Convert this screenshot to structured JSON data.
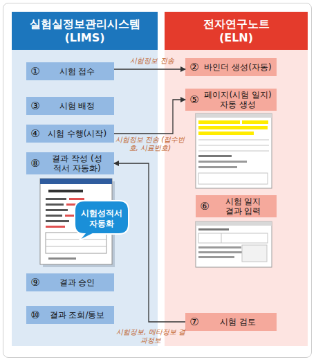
{
  "diagram": {
    "nodes": [
      {
        "text": [
          "실험실정보관리시스템 (LIMS)"
        ]
      },
      {
        "text": [
          "①",
          "시험 접수"
        ],
        "in": 0
      },
      {
        "text": [
          "③",
          "시험 배정"
        ],
        "in": 0
      },
      {
        "text": [
          "④",
          "시험 수행(시작)"
        ],
        "in": 0
      },
      {
        "text": [
          "⑧",
          "결과 작성 (성적서 자동화)"
        ],
        "in": 0
      },
      {
        "text": [
          "시험성적서 자동화"
        ],
        "in": 0
      },
      {
        "text": [
          "⑨",
          "결과 승인"
        ],
        "in": 0
      },
      {
        "text": [
          "⑩",
          "결과 조회/통보"
        ],
        "in": 0
      },
      {
        "text": [
          "전자연구노트 (ELN)"
        ]
      },
      {
        "text": [
          "②",
          "바인더 생성(자동)"
        ],
        "in": 8
      },
      {
        "text": [
          "⑤",
          "페이지(시험 일지) 자동 생성"
        ],
        "in": 8
      },
      {
        "text": [
          "⑥",
          "시험 일지 결과 입력"
        ],
        "in": 8
      },
      {
        "text": [
          "⑦",
          "시험 검토"
        ],
        "in": 8
      }
    ],
    "edges": [
      {
        "from": 1,
        "to": 9,
        "arrow": "to",
        "label": "시험정보 전송"
      },
      {
        "from": 3,
        "to": 10,
        "arrow": "to",
        "label": "시험정보 전송 (접수번호, 시료번호)"
      },
      {
        "from": 12,
        "to": 4,
        "arrow": "to",
        "label": "시험정보, 메타정보 결과정보"
      }
    ]
  }
}
